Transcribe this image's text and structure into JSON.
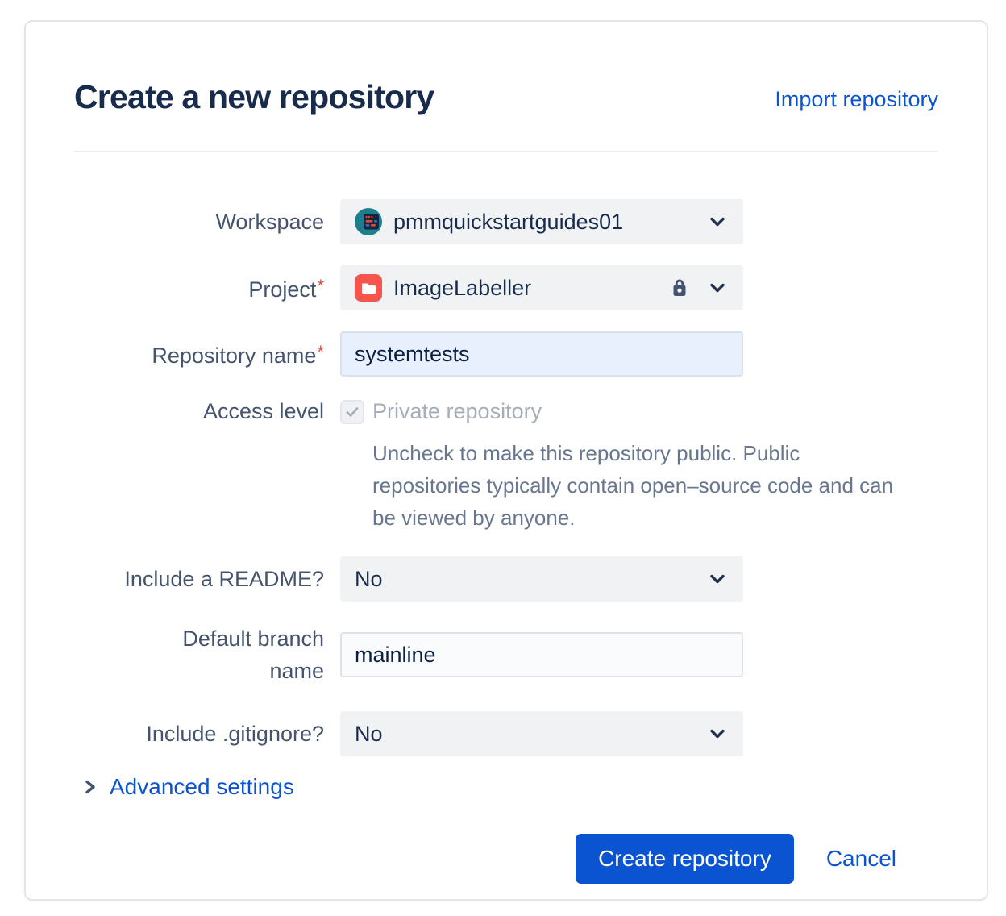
{
  "header": {
    "title": "Create a new repository",
    "import_link": "Import repository"
  },
  "form": {
    "workspace": {
      "label": "Workspace",
      "value": "pmmquickstartguides01"
    },
    "project": {
      "label": "Project",
      "required_mark": "*",
      "value": "ImageLabeller"
    },
    "repository_name": {
      "label": "Repository name",
      "required_mark": "*",
      "value": "systemtests"
    },
    "access_level": {
      "label": "Access level",
      "checkbox_label": "Private repository",
      "checked": true,
      "help_text": "Uncheck to make this repository public. Public repositories typically contain open–source code and can be viewed by anyone."
    },
    "include_readme": {
      "label": "Include a README?",
      "value": "No"
    },
    "default_branch": {
      "label": "Default branch name",
      "value": "mainline"
    },
    "include_gitignore": {
      "label": "Include .gitignore?",
      "value": "No"
    },
    "advanced_settings_label": "Advanced settings"
  },
  "actions": {
    "create_label": "Create repository",
    "cancel_label": "Cancel"
  },
  "icons": {
    "workspace_avatar": "workspace-avatar",
    "project_folder": "folder-icon",
    "lock": "lock-icon",
    "select_chevron": "chevron-down-icon",
    "advanced_chevron": "chevron-right-icon",
    "checkbox_check": "check-icon"
  },
  "colors": {
    "title": "#172B4D",
    "label": "#44546F",
    "link_blue": "#0B53D0",
    "button_blue": "#0A54D2",
    "required_red": "#E2483D",
    "select_bg": "#F1F2F4",
    "autofill_bg": "#E8F0FE",
    "muted_text": "#A5ADBA",
    "help_text": "#68778F",
    "avatar_teal": "#1D7F8E",
    "project_red": "#F4564D"
  }
}
